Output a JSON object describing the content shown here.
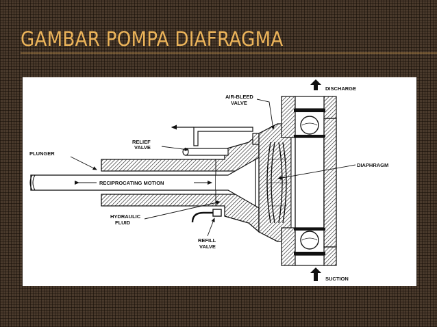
{
  "slide": {
    "title": "GAMBAR POMPA DIAFRAGMA",
    "accent_color": "#ecb45a",
    "background_color": "#4a3a2c"
  },
  "diagram": {
    "labels": {
      "discharge": "DISCHARGE",
      "suction": "SUCTION",
      "air_bleed_line1": "AIR-BLEED",
      "air_bleed_line2": "VALVE",
      "relief_line1": "RELIEF",
      "relief_line2": "VALVE",
      "plunger": "PLUNGER",
      "reciprocating_motion": "RECIPROCATING MOTION",
      "hydraulic_line1": "HYDRAULIC",
      "hydraulic_line2": "FLUID",
      "refill_line1": "REFILL",
      "refill_line2": "VALVE",
      "diaphragm": "DIAPHRAGM"
    }
  }
}
